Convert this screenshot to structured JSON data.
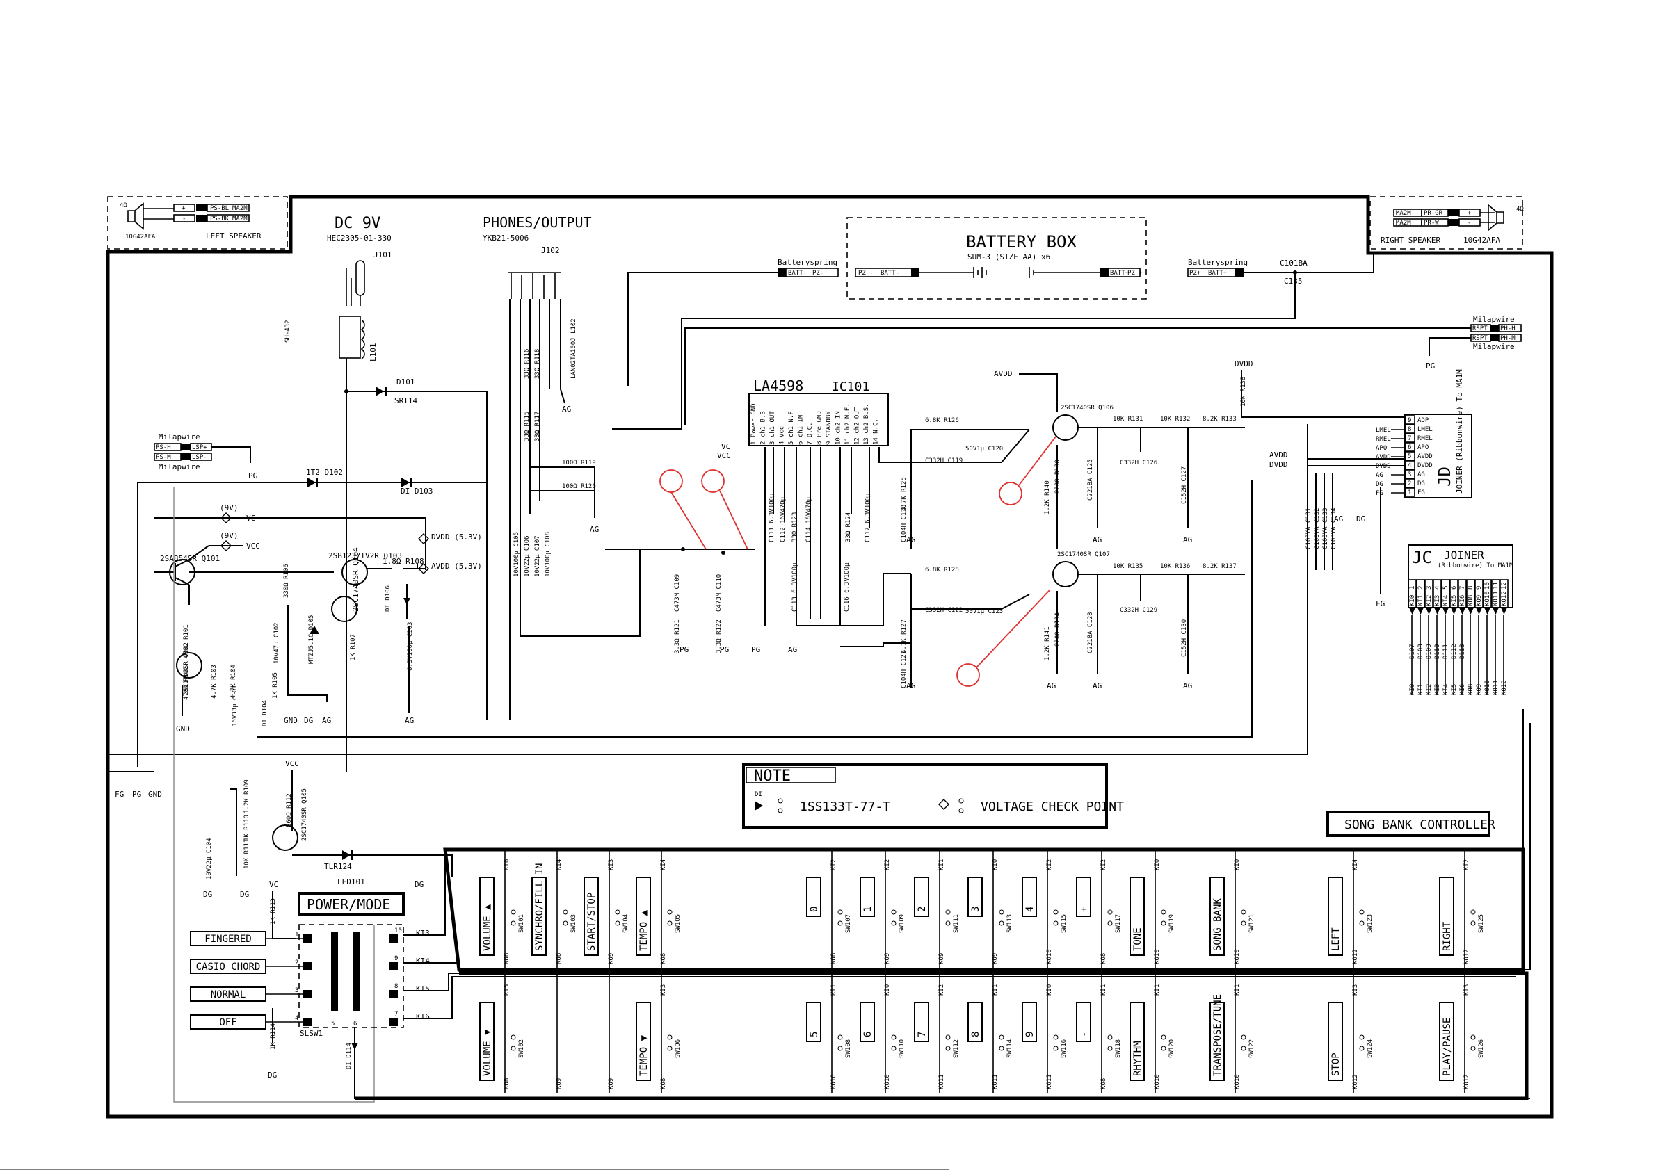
{
  "title": {
    "dc": "DC 9V",
    "dc_part": "HEC2305-01-330",
    "dc_ref": "J101",
    "phones": "PHONES/OUTPUT",
    "phones_part": "YKB21-5006",
    "phones_ref": "J102",
    "battery": "BATTERY BOX",
    "battery_sub": "SUM-3 (SIZE AA) x6",
    "ic_name": "LA4598",
    "ic_ref": "IC101",
    "power_mode": "POWER/MODE",
    "note": "NOTE",
    "note_diode": "1SS133T-77-T",
    "note_check": "VOLTAGE CHECK POINT",
    "song_bank": "SONG BANK CONTROLLER",
    "joiner_jd": "JD",
    "joiner_jd_sub": "JOINER (Ribbonwire) To MA1M",
    "joiner_jc": "JC",
    "joiner_jc_title": "JOINER",
    "joiner_jc_sub": "(Ribbonwire) To MA1M",
    "slsw": "SLSW1"
  },
  "speakers": {
    "left_ohm": "4Ω",
    "left_part": "10G42AFA",
    "left_name": "LEFT SPEAKER",
    "left_pins": [
      "+",
      "-"
    ],
    "left_wires": [
      "PS-BL",
      "PS-BK"
    ],
    "left_dest": [
      "MA2M",
      "MA2M"
    ],
    "right_ohm": "4Ω",
    "right_part": "10G42AFA",
    "right_name": "RIGHT SPEAKER",
    "right_pins": [
      "+",
      "-"
    ],
    "right_wires": [
      "PR-GR",
      "PR-W"
    ],
    "right_src": [
      "MA2M",
      "MA2M"
    ]
  },
  "battery_labels": {
    "spring_l": "Batteryspring",
    "spring_r": "Batteryspring",
    "batt_l1": "BATT-",
    "batt_l2": "PZ-",
    "pz_l": "PZ -",
    "batt_l3": "BATT-",
    "batt_r3": "BATT+",
    "pz_r": "PZ +",
    "pz_r2": "PZ+",
    "batt_r2": "BATT+"
  },
  "milap": {
    "a": "Milapwire",
    "b": "Milapwire",
    "c": "Milapwire",
    "d": "Milapwire",
    "ps1": "PS-H",
    "ps2": "PS-M",
    "ls1": "LSP+",
    "ls2": "LSP-",
    "rp1": "RSPT",
    "rp2": "RSPT",
    "ph1": "PH-H",
    "ph2": "PH-M"
  },
  "ic_pins": [
    "Power GND",
    "ch1 B.S.",
    "ch1 OUT",
    "Vcc",
    "ch1 N.F.",
    "ch1 IN",
    "D.C.",
    "Pre GND",
    "STANDBY",
    "ch2 IN",
    "ch2 N.F.",
    "ch2 OUT",
    "ch2 B.S.",
    "N.C."
  ],
  "parts": {
    "sh": "SH-432",
    "l101": "L101",
    "d101": "D101",
    "d101v": "SRT14",
    "r116": "33Ω R116",
    "r118": "33Ω R118",
    "r115": "33Ω R115",
    "r117": "33Ω R117",
    "l102": "LAN02TA100J L102",
    "r119": "100Ω R119",
    "r120": "100Ω R120",
    "c105": "10V100μ C105",
    "c106": "10V22μ C106",
    "c107": "10V22μ C107",
    "c108": "10V100μ C108",
    "d102": "1T2 D102",
    "d103": "DI D103",
    "vc9": "(9V)",
    "vcc9": "(9V)",
    "vc": "VC",
    "vcc": "VCC",
    "q101": "2SA854SR Q101",
    "q103": "2SB1237TV2R Q103",
    "q104": "2SC1740SR Q104",
    "q102": "2SC1740SR Q102",
    "r101": "470Ω R101",
    "r102": "470Ω R102",
    "r106": "330Ω R106",
    "r108": "1.8Ω R108",
    "d106": "DI D106",
    "dvdd": "DVDD (5.3V)",
    "avdd": "AVDD (5.3V)",
    "c102": "10V47μ C102",
    "d105": "MTZJ5.1C D105",
    "r107": "1K R107",
    "c103": "6.3V100μ C103",
    "r103": "4.7K R103",
    "r104": "4.7K R104",
    "r105": "1K R105",
    "c101": "16V33μ C101",
    "d104": "DI D104",
    "c111": "C111 6.3V100μ",
    "c112": "C112 16V470μ",
    "r123": "33Ω R123",
    "c114": "C114 16V470μ",
    "c113": "C113 6.3V100μ",
    "r124": "33Ω R124",
    "c117": "C117 6.3V100μ",
    "c116": "C116 6.3V100μ",
    "c109": "C473M C109",
    "c110": "C473M C110",
    "r121": "3.3Ω R121",
    "r122": "3.3Ω R122",
    "r126": "6.8K R126",
    "c119": "C332H C119",
    "c120": "50V1μ C120",
    "r125": "4.7K R125",
    "c118": "C104H C118",
    "r128": "6.8K R128",
    "c122": "C332H C122",
    "c123": "50V1μ C123",
    "r127": "4.7K R127",
    "c121": "C104H C121",
    "q106": "2SC1740SR Q106",
    "q107": "2SC1740SR Q107",
    "r130": "220Ω R130",
    "r140": "1.2K R140",
    "r134": "220Ω R134",
    "r141": "1.2K R141",
    "c125": "C221BA C125",
    "c128": "C221BA C128",
    "r131": "10K R131",
    "r132": "10K R132",
    "r133": "8.2K R133",
    "r135": "10K R135",
    "r136": "10K R136",
    "r137": "8.2K R137",
    "c126": "C332H C126",
    "c129": "C332H C129",
    "c127": "C152H C127",
    "c130": "C152H C130",
    "r138": "10K R138",
    "c101ba": "C101BA",
    "c135": "C135",
    "c131": "C103YA C131",
    "c132": "C103YA C132",
    "c133": "C103YA C133",
    "c134": "C103YA C134",
    "r109": "1.2K R109",
    "r110": "1K R110",
    "r111": "10K R111",
    "r112": "560Ω R112",
    "q105": "2SC1740SR Q105",
    "tlr": "TLR124",
    "led": "LED101",
    "c104": "10V22μ C104",
    "r113": "1K R113",
    "r114": "1K R114",
    "d114": "DI D114"
  },
  "nets": {
    "avdd": "AVDD",
    "dvdd": "DVDD",
    "vc": "VC",
    "vcc": "VCC",
    "pg": "PG",
    "ag": "AG",
    "dg": "DG",
    "fg": "FG",
    "gnd": "GND"
  },
  "jd_pins": [
    {
      "n": "9",
      "s": "ADP"
    },
    {
      "n": "8",
      "s": "LMEL"
    },
    {
      "n": "7",
      "s": "RMEL"
    },
    {
      "n": "6",
      "s": "APO"
    },
    {
      "n": "5",
      "s": "AVDD"
    },
    {
      "n": "4",
      "s": "DVDD"
    },
    {
      "n": "3",
      "s": "AG"
    },
    {
      "n": "2",
      "s": "DG"
    },
    {
      "n": "1",
      "s": "FG"
    }
  ],
  "jd_left": [
    "LMEL",
    "RMEL",
    "APO",
    "AVDD",
    "DVDD",
    "AG",
    "DG",
    "FG"
  ],
  "jc_pins": [
    "KI0",
    "KI1",
    "KI2",
    "KI3",
    "KI4",
    "KI5",
    "KI6",
    "KO8",
    "KO9",
    "KO10",
    "KO11",
    "KO12"
  ],
  "jc_nums": [
    "1",
    "2",
    "3",
    "4",
    "5",
    "6",
    "7",
    "8",
    "9",
    "10",
    "11",
    "12"
  ],
  "jc_diodes": [
    "D107",
    "D108",
    "D109",
    "D110",
    "D111",
    "D112",
    "D113"
  ],
  "mode_options": [
    "FINGERED",
    "CASIO CHORD",
    "NORMAL",
    "OFF"
  ],
  "slsw_pins_l": [
    "1",
    "2",
    "3",
    "4"
  ],
  "slsw_pins_r": [
    "10",
    "9",
    "8",
    "7"
  ],
  "slsw_ki": [
    "KI3",
    "KI4",
    "KI5",
    "KI6"
  ],
  "slsw_bot": [
    "5",
    "6"
  ],
  "keys_top": [
    {
      "label": "VOLUME ▲",
      "sw": "SW101",
      "ki": "KI6",
      "ko": "KO8"
    },
    {
      "label": "SYNCHRO/FILL IN",
      "sw": "SW103",
      "ki": "KI4",
      "ko": "KO8"
    },
    {
      "label": "START/STOP",
      "sw": "SW104",
      "ki": "KI3",
      "ko": "KO9"
    },
    {
      "label": "TEMPO ▲",
      "sw": "SW105",
      "ki": "KI4",
      "ko": "KO8"
    },
    {
      "label": "0",
      "sw": "SW107",
      "ki": "KI2",
      "ko": "KO8"
    },
    {
      "label": "1",
      "sw": "SW109",
      "ki": "KI2",
      "ko": "KO9"
    },
    {
      "label": "2",
      "sw": "SW111",
      "ki": "KI1",
      "ko": "KO9"
    },
    {
      "label": "3",
      "sw": "SW113",
      "ki": "KI0",
      "ko": "KO9"
    },
    {
      "label": "4",
      "sw": "SW115",
      "ki": "KI2",
      "ko": "KO10"
    },
    {
      "label": "+",
      "sw": "SW117",
      "ki": "KI2",
      "ko": "KO8"
    },
    {
      "label": "TONE",
      "sw": "SW119",
      "ki": "KI0",
      "ko": "KO10"
    },
    {
      "label": "SONG BANK",
      "sw": "SW121",
      "ki": "KI0",
      "ko": "KO10"
    },
    {
      "label": "LEFT",
      "sw": "SW123",
      "ki": "KI4",
      "ko": "KO12"
    },
    {
      "label": "RIGHT",
      "sw": "SW125",
      "ki": "KI2",
      "ko": "KO12"
    }
  ],
  "keys_bot": [
    {
      "label": "VOLUME ▼",
      "sw": "SW102",
      "ki": "KI5",
      "ko": "KO8"
    },
    {
      "label": "",
      "sw": "",
      "ki": "",
      "ko": "KO9"
    },
    {
      "label": "",
      "sw": "",
      "ki": "",
      "ko": "KO9"
    },
    {
      "label": "TEMPO ▼",
      "sw": "SW106",
      "ki": "KI3",
      "ko": "KO8"
    },
    {
      "label": "5",
      "sw": "SW108",
      "ki": "KI1",
      "ko": "KO10"
    },
    {
      "label": "6",
      "sw": "SW110",
      "ki": "KI0",
      "ko": "KO10"
    },
    {
      "label": "7",
      "sw": "SW112",
      "ki": "KI2",
      "ko": "KO11"
    },
    {
      "label": "8",
      "sw": "SW114",
      "ki": "KI1",
      "ko": "KO11"
    },
    {
      "label": "9",
      "sw": "SW116",
      "ki": "KI0",
      "ko": "KO11"
    },
    {
      "label": "-",
      "sw": "SW118",
      "ki": "KI1",
      "ko": "KO8"
    },
    {
      "label": "RHYTHM",
      "sw": "SW120",
      "ki": "KI1",
      "ko": "KO10"
    },
    {
      "label": "TRANSPOSE/TUNE",
      "sw": "SW122",
      "ki": "KI1",
      "ko": "KO10"
    },
    {
      "label": "STOP",
      "sw": "SW124",
      "ki": "KI3",
      "ko": "KO12"
    },
    {
      "label": "PLAY/PAUSE",
      "sw": "SW126",
      "ki": "KI3",
      "ko": "KO12"
    }
  ]
}
